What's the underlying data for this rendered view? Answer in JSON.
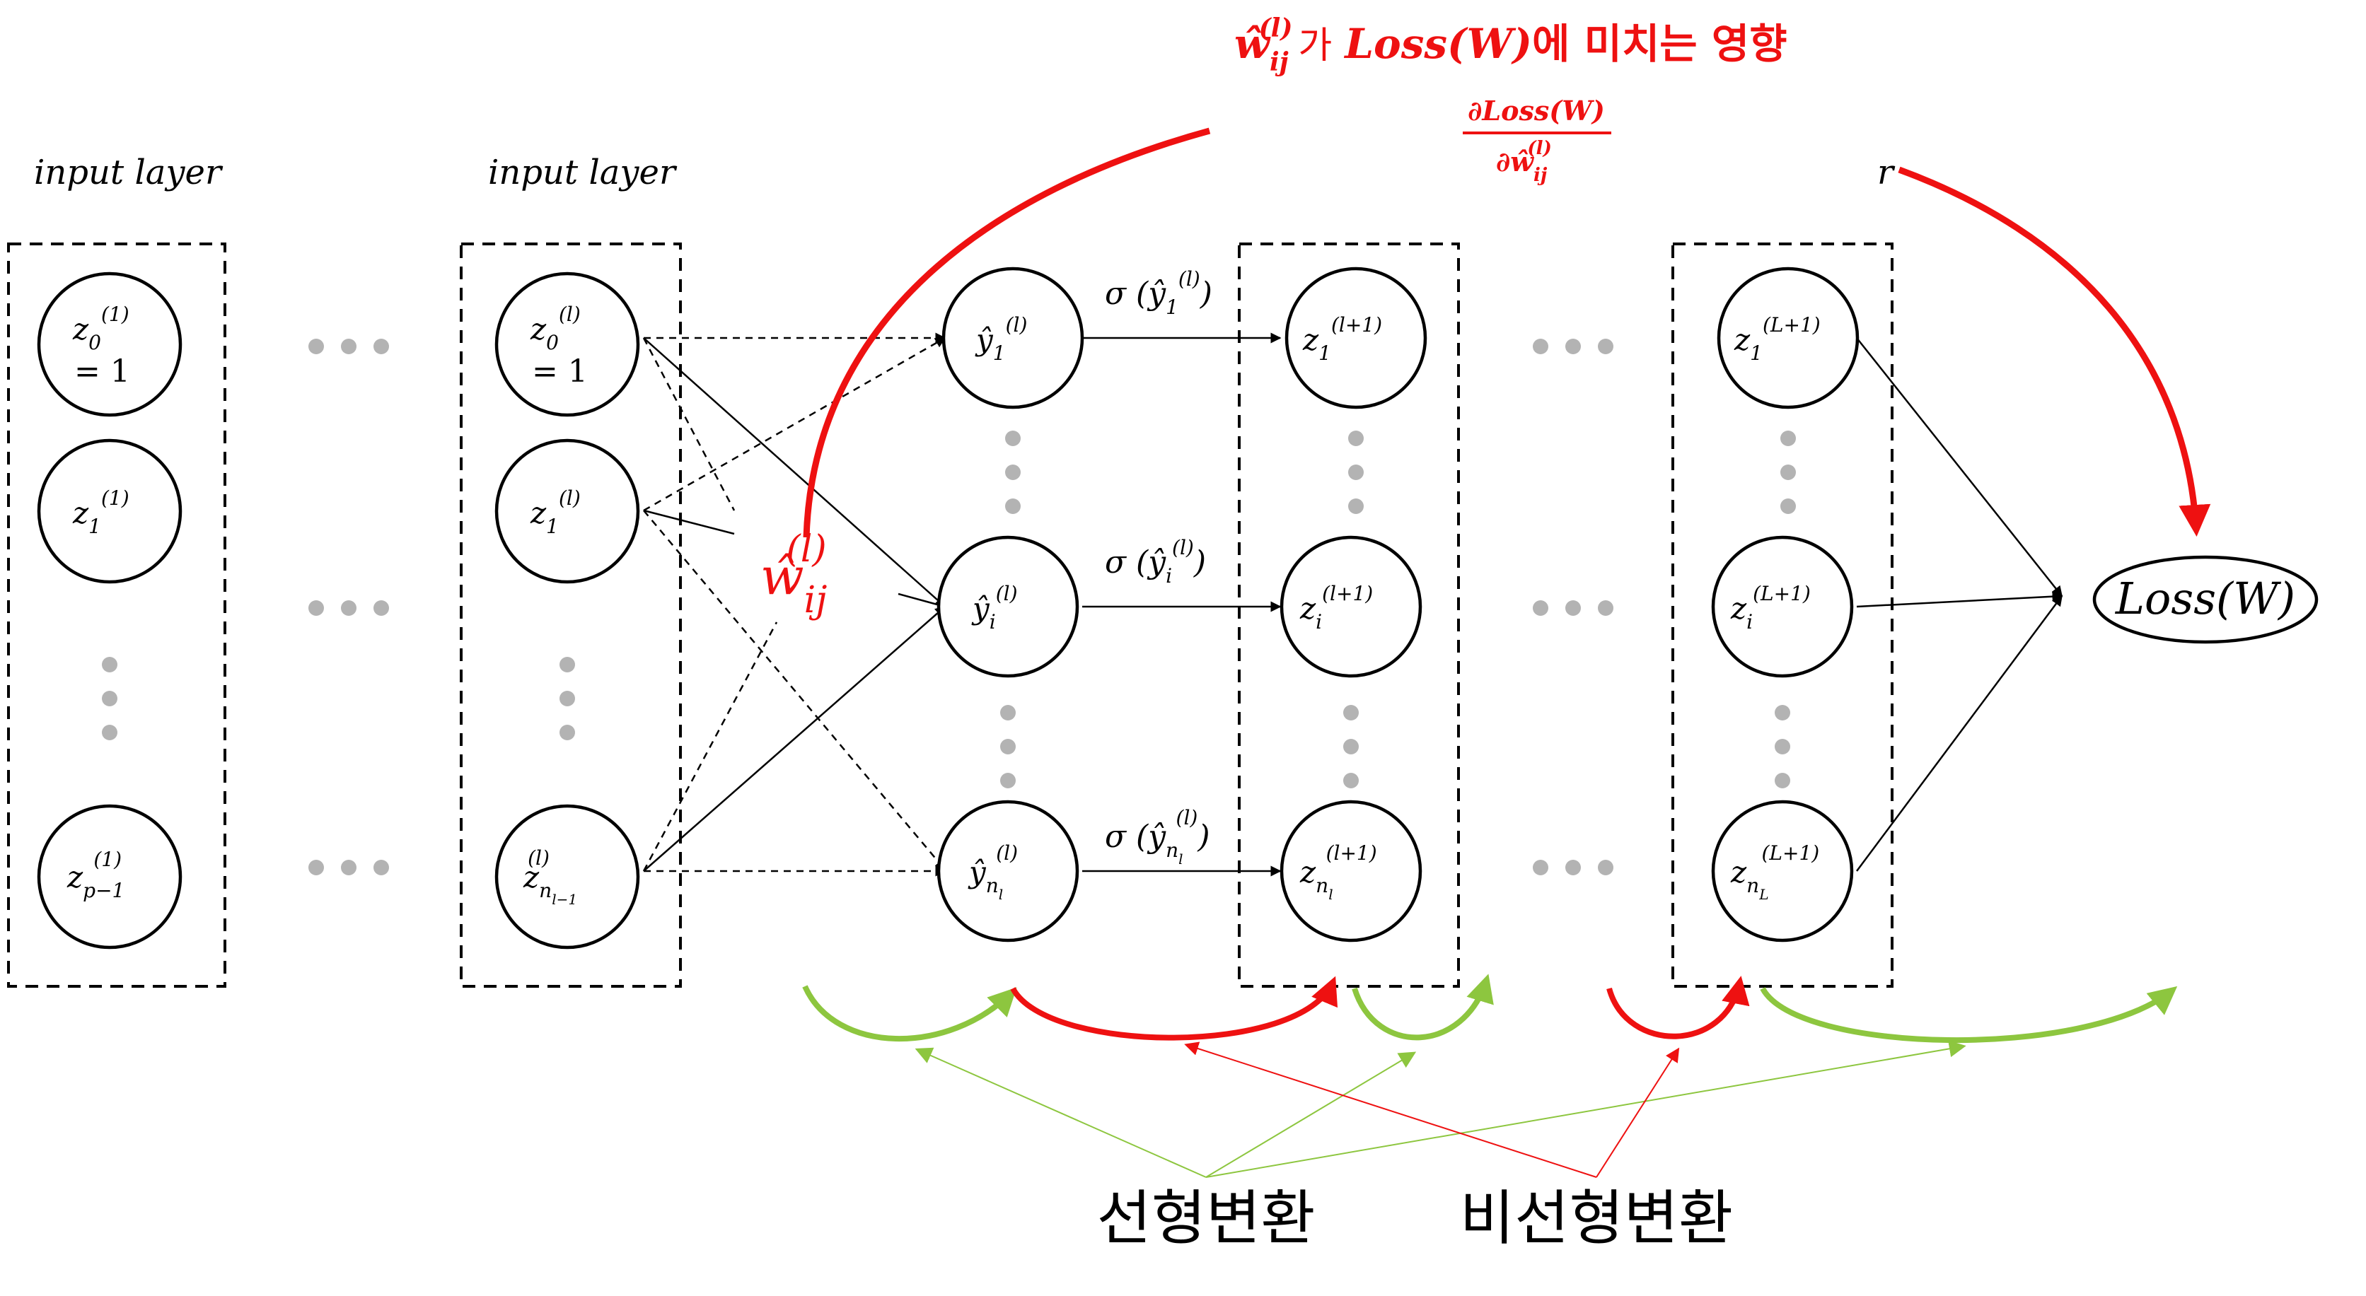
{
  "layer_labels": {
    "first": "input layer",
    "second": "input layer",
    "hidden_tail": "r"
  },
  "title": {
    "weight_base": "ŵ",
    "weight_sup": "(l)",
    "weight_sub": "ij",
    "josa": "가",
    "loss": "Loss(W)",
    "rest": "에 미치는 영향"
  },
  "derivative": {
    "numerator": "∂Loss(W)",
    "denominator_base": "∂ŵ",
    "denominator_sup": "(l)",
    "denominator_sub": "ij"
  },
  "weight_label": {
    "base": "ŵ",
    "sup": "(l)",
    "sub": "ij"
  },
  "nodes": {
    "layer1": [
      {
        "base": "z",
        "sub": "0",
        "sup": "(1)",
        "extra": "= 1"
      },
      {
        "base": "z",
        "sub": "1",
        "sup": "(1)"
      },
      {
        "base": "z",
        "sub": "p−1",
        "sup": "(1)"
      }
    ],
    "layer_l": [
      {
        "base": "z",
        "sub": "0",
        "sup": "(l)",
        "extra": "= 1"
      },
      {
        "base": "z",
        "sub": "1",
        "sup": "(l)"
      },
      {
        "base": "z",
        "sub": "n",
        "subsub": "l−1",
        "sup": "(l)"
      }
    ],
    "layer_y": [
      {
        "base": "ŷ",
        "sub": "1",
        "sup": "(l)"
      },
      {
        "base": "ŷ",
        "sub": "i",
        "sup": "(l)"
      },
      {
        "base": "ŷ",
        "sub": "n",
        "subsub": "l",
        "sup": "(l)"
      }
    ],
    "layer_l1": [
      {
        "base": "z",
        "sub": "1",
        "sup": "(l+1)"
      },
      {
        "base": "z",
        "sub": "i",
        "sup": "(l+1)"
      },
      {
        "base": "z",
        "sub": "n",
        "subsub": "l",
        "sup": "(l+1)"
      }
    ],
    "layer_L1": [
      {
        "base": "z",
        "sub": "1",
        "sup": "(L+1)"
      },
      {
        "base": "z",
        "sub": "i",
        "sup": "(L+1)"
      },
      {
        "base": "z",
        "sub": "n",
        "subsub": "L",
        "sup": "(L+1)"
      }
    ]
  },
  "sigma_labels": [
    {
      "fn": "σ",
      "base": "ŷ",
      "sub": "1",
      "sup": "(l)"
    },
    {
      "fn": "σ",
      "base": "ŷ",
      "sub": "i",
      "sup": "(l)"
    },
    {
      "fn": "σ",
      "base": "ŷ",
      "sub": "n",
      "subsub": "l",
      "sup": "(l)"
    }
  ],
  "loss_node": "Loss(W)",
  "bottom_labels": {
    "linear": "선형변환",
    "nonlinear": "비선형변환"
  },
  "colors": {
    "red": "#ee1111",
    "green": "#8dc63f",
    "black": "#000000",
    "dots": "#b3b3b3"
  }
}
